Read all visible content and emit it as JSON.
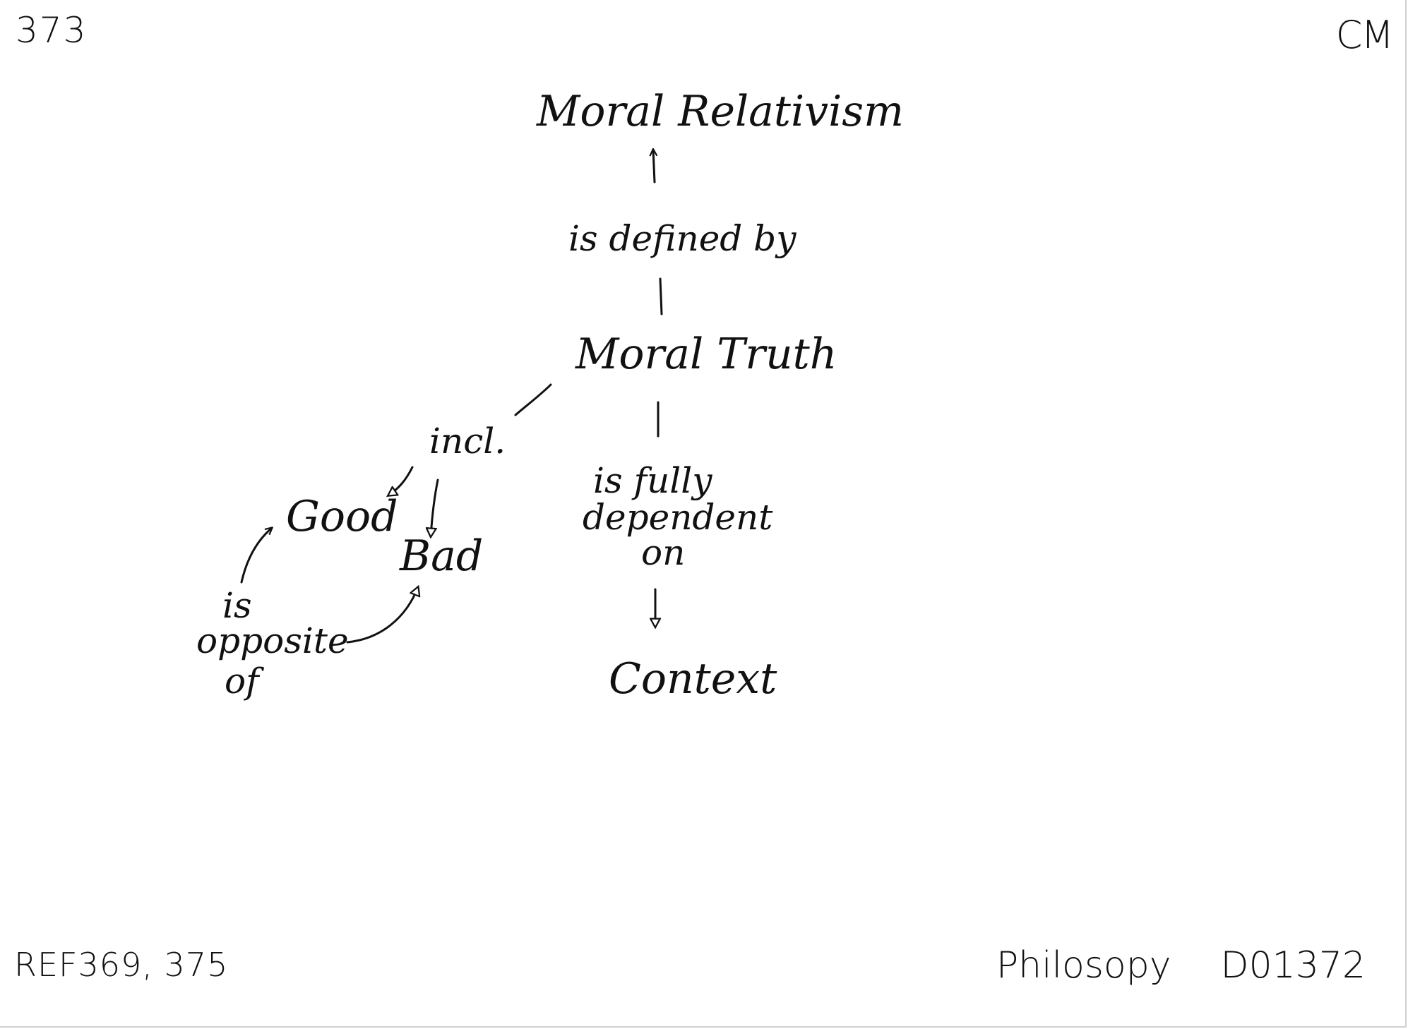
{
  "header": {
    "page_number": "373",
    "author_initials": "CM"
  },
  "footer": {
    "reference": "REF369, 375",
    "subject": "Philosopy",
    "code": "D01372"
  },
  "diagram": {
    "nodes": {
      "moral_relativism": "Moral Relativism",
      "moral_truth": "Moral Truth",
      "good": "Good",
      "bad": "Bad",
      "context": "Context"
    },
    "edges": {
      "defined_by": "is defined by",
      "includes": "incl.",
      "fully_dependent": [
        "is fully",
        "dependent",
        "on"
      ],
      "opposite_of": [
        "is",
        "opposite",
        "of"
      ]
    }
  }
}
